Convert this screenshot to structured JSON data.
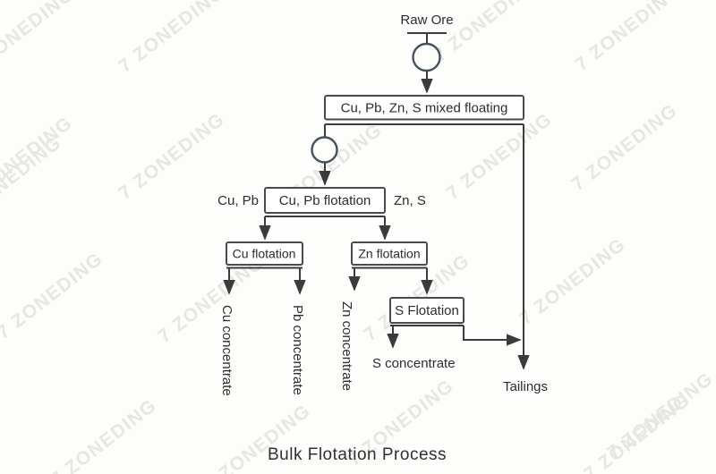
{
  "watermark": {
    "display": "7  ZONEDING"
  },
  "flowchart": {
    "feed_label": "Raw Ore",
    "stages": {
      "mixed_flotation": "Cu, Pb, Zn, S mixed floating",
      "cu_pb_flotation": "Cu, Pb flotation",
      "cu_flotation": "Cu flotation",
      "zn_flotation": "Zn flotation",
      "s_flotation": "S Flotation"
    },
    "stream_labels": {
      "cu_pb": "Cu, Pb",
      "zn_s": "Zn, S"
    },
    "products": {
      "cu": "Cu concentrate",
      "pb": "Pb concentrate",
      "zn": "Zn concentrate",
      "s": "S concentrate",
      "tailings": "Tailings"
    },
    "caption": "Bulk Flotation Process"
  },
  "colors": {
    "line": "#3b3b3b",
    "box_border": "#4a4a4a",
    "circle_outline": "#46525f",
    "text": "#2d2d2d",
    "watermark": "#e7e6e2",
    "background": "#fdfdfc"
  }
}
